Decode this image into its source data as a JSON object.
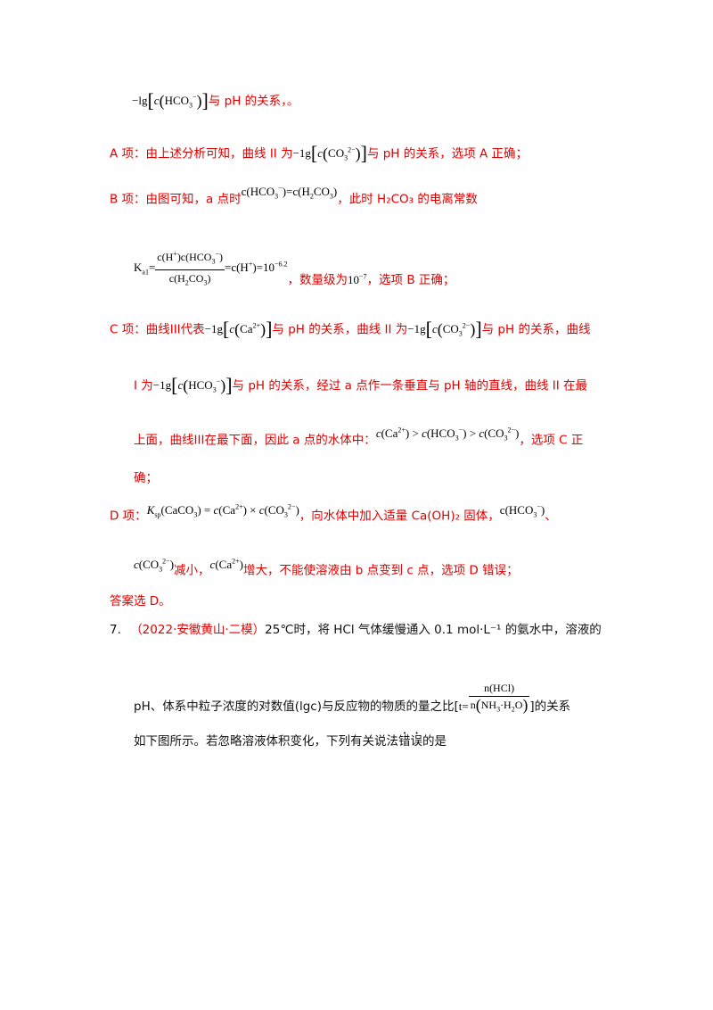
{
  "texts": {
    "l1": "与 pH 的关系，。",
    "a1": "A 项：由上述分析可知，曲线 II 为",
    "a2": "与 pH 的关系，选项 A 正确；",
    "b1": "B 项：由图可知，a 点时",
    "b2": "，此时 H₂CO₃ 的电离常数",
    "b3": "，数量级为",
    "b4": "，选项 B 正确；",
    "c1": "C 项：曲线III代表",
    "c2": "与 pH 的关系，曲线 II 为",
    "c3": "与 pH 的关系，曲线",
    "c4": "I 为",
    "c5": "与 pH 的关系，经过 a 点作一条垂直与 pH 轴的直线，曲线 II 在最",
    "c6": "上面，曲线III在最下面，因此 a 点的水体中：",
    "c7": "，选项 C 正",
    "c8": "确；",
    "d1": "D 项：",
    "d2": "，向水体中加入适量 Ca(OH)₂ 固体，",
    "d3": "、",
    "d4": "减小，",
    "d5": "增大，不能使溶液由 b 点变到 c 点，选项 D 错误；",
    "ans": "答案选 D。",
    "q_num": "7.",
    "q_src": "（2022·安徽黄山·二模）",
    "q1": "25℃时，将 HCl 气体缓慢通入 0.1 mol·L⁻¹ 的氨水中，溶液的",
    "q2": "pH、体系中粒子浓度的对数值(lgc)与反应物的物质的量之比[",
    "q3": "]的关系",
    "q4a": "如下图所示。若忽略溶液体积变化，下列有关说法",
    "q4b": "错",
    "q4c": "误",
    "q4d": "的是"
  },
  "colors": {
    "answer_red": "#e00000",
    "text": "#111111"
  }
}
